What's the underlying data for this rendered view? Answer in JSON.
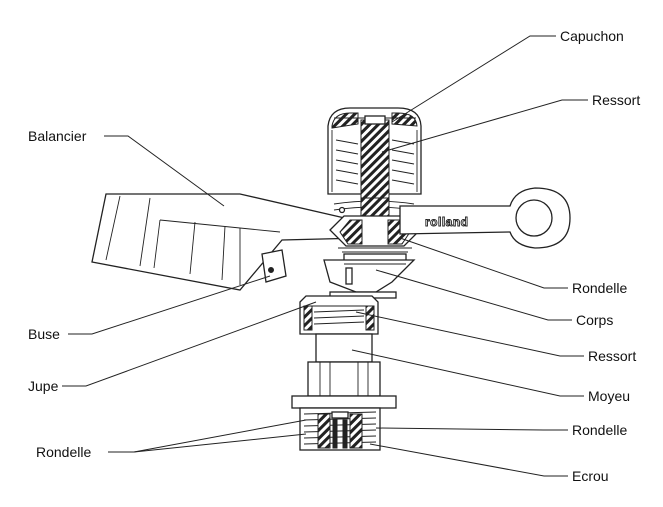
{
  "diagram": {
    "brand": "rolland",
    "labels": {
      "capuchon": "Capuchon",
      "ressort_top": "Ressort",
      "balancier": "Balancier",
      "rondelle_mid": "Rondelle",
      "corps": "Corps",
      "buse": "Buse",
      "ressort_bottom": "Ressort",
      "jupe": "Jupe",
      "moyeu": "Moyeu",
      "rondelle_bottom_left": "Rondelle",
      "rondelle_bottom_right": "Rondelle",
      "ecrou": "Ecrou"
    }
  }
}
